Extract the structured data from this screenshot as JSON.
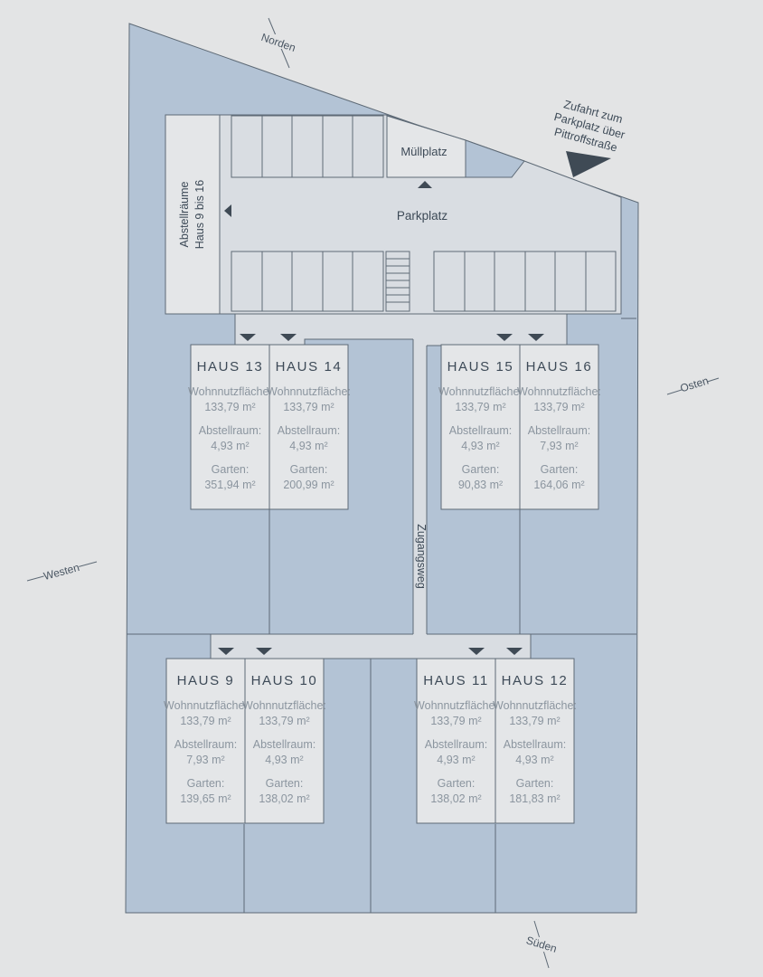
{
  "compass": {
    "north": "Norden",
    "east": "Osten",
    "south": "Süden",
    "west": "Westen"
  },
  "labels": {
    "parking": "Parkplatz",
    "waste": "Müllplatz",
    "storage_line1": "Abstellräume",
    "storage_line2": "Haus 9 bis 16",
    "path": "Zugangsweg",
    "access_line1": "Zufahrt zum",
    "access_line2": "Parkplatz über",
    "access_line3": "Pittroffstraße"
  },
  "field_labels": {
    "living": "Wohnnutzfläche:",
    "storage": "Abstellraum:",
    "garden": "Garten:"
  },
  "houses": [
    {
      "name": "HAUS 13",
      "living": "133,79 m²",
      "storage": "4,93 m²",
      "garden": "351,94 m²"
    },
    {
      "name": "HAUS 14",
      "living": "133,79 m²",
      "storage": "4,93 m²",
      "garden": "200,99 m²"
    },
    {
      "name": "HAUS 15",
      "living": "133,79 m²",
      "storage": "4,93 m²",
      "garden": "90,83 m²"
    },
    {
      "name": "HAUS 16",
      "living": "133,79 m²",
      "storage": "7,93 m²",
      "garden": "164,06 m²"
    },
    {
      "name": "HAUS 9",
      "living": "133,79 m²",
      "storage": "7,93 m²",
      "garden": "139,65 m²"
    },
    {
      "name": "HAUS 10",
      "living": "133,79 m²",
      "storage": "4,93 m²",
      "garden": "138,02 m²"
    },
    {
      "name": "HAUS 11",
      "living": "133,79 m²",
      "storage": "4,93 m²",
      "garden": "138,02 m²"
    },
    {
      "name": "HAUS 12",
      "living": "133,79 m²",
      "storage": "4,93 m²",
      "garden": "181,83 m²"
    }
  ],
  "colors": {
    "background": "#e3e4e5",
    "plot": "#b3c3d5",
    "paved": "#d9dde2",
    "house": "#e4e6e8",
    "line": "#55606b",
    "text": "#3d4a57"
  }
}
